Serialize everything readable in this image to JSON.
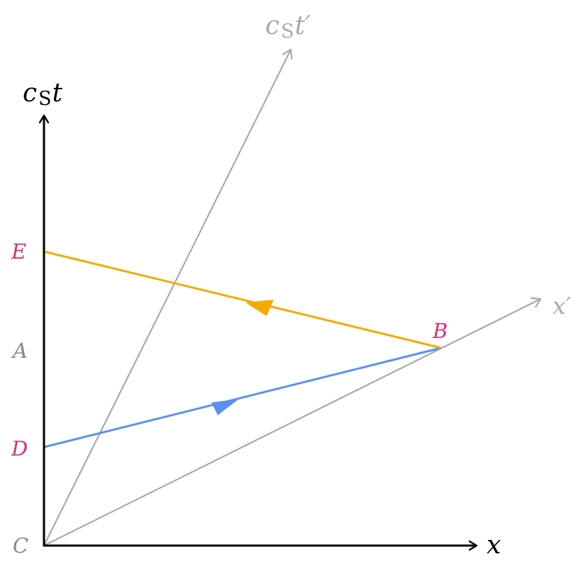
{
  "axes": {
    "x_label": "x",
    "ct_label_main": "c",
    "ct_label_sub": "S",
    "ct_label_var": "t",
    "x_prime_label": "x′",
    "ct_prime_label_main": "c",
    "ct_prime_label_sub": "S",
    "ct_prime_label_var": "t′"
  },
  "points": {
    "A": "A",
    "B": "B",
    "C": "C",
    "D": "D",
    "E": "E"
  },
  "colors": {
    "axis": "#000000",
    "primed_axis": "#aaaaaa",
    "point_label": "#d6307a",
    "point_label_gray": "#888888",
    "outgoing_signal": "#5b8ff2",
    "return_signal": "#f5aa00"
  }
}
